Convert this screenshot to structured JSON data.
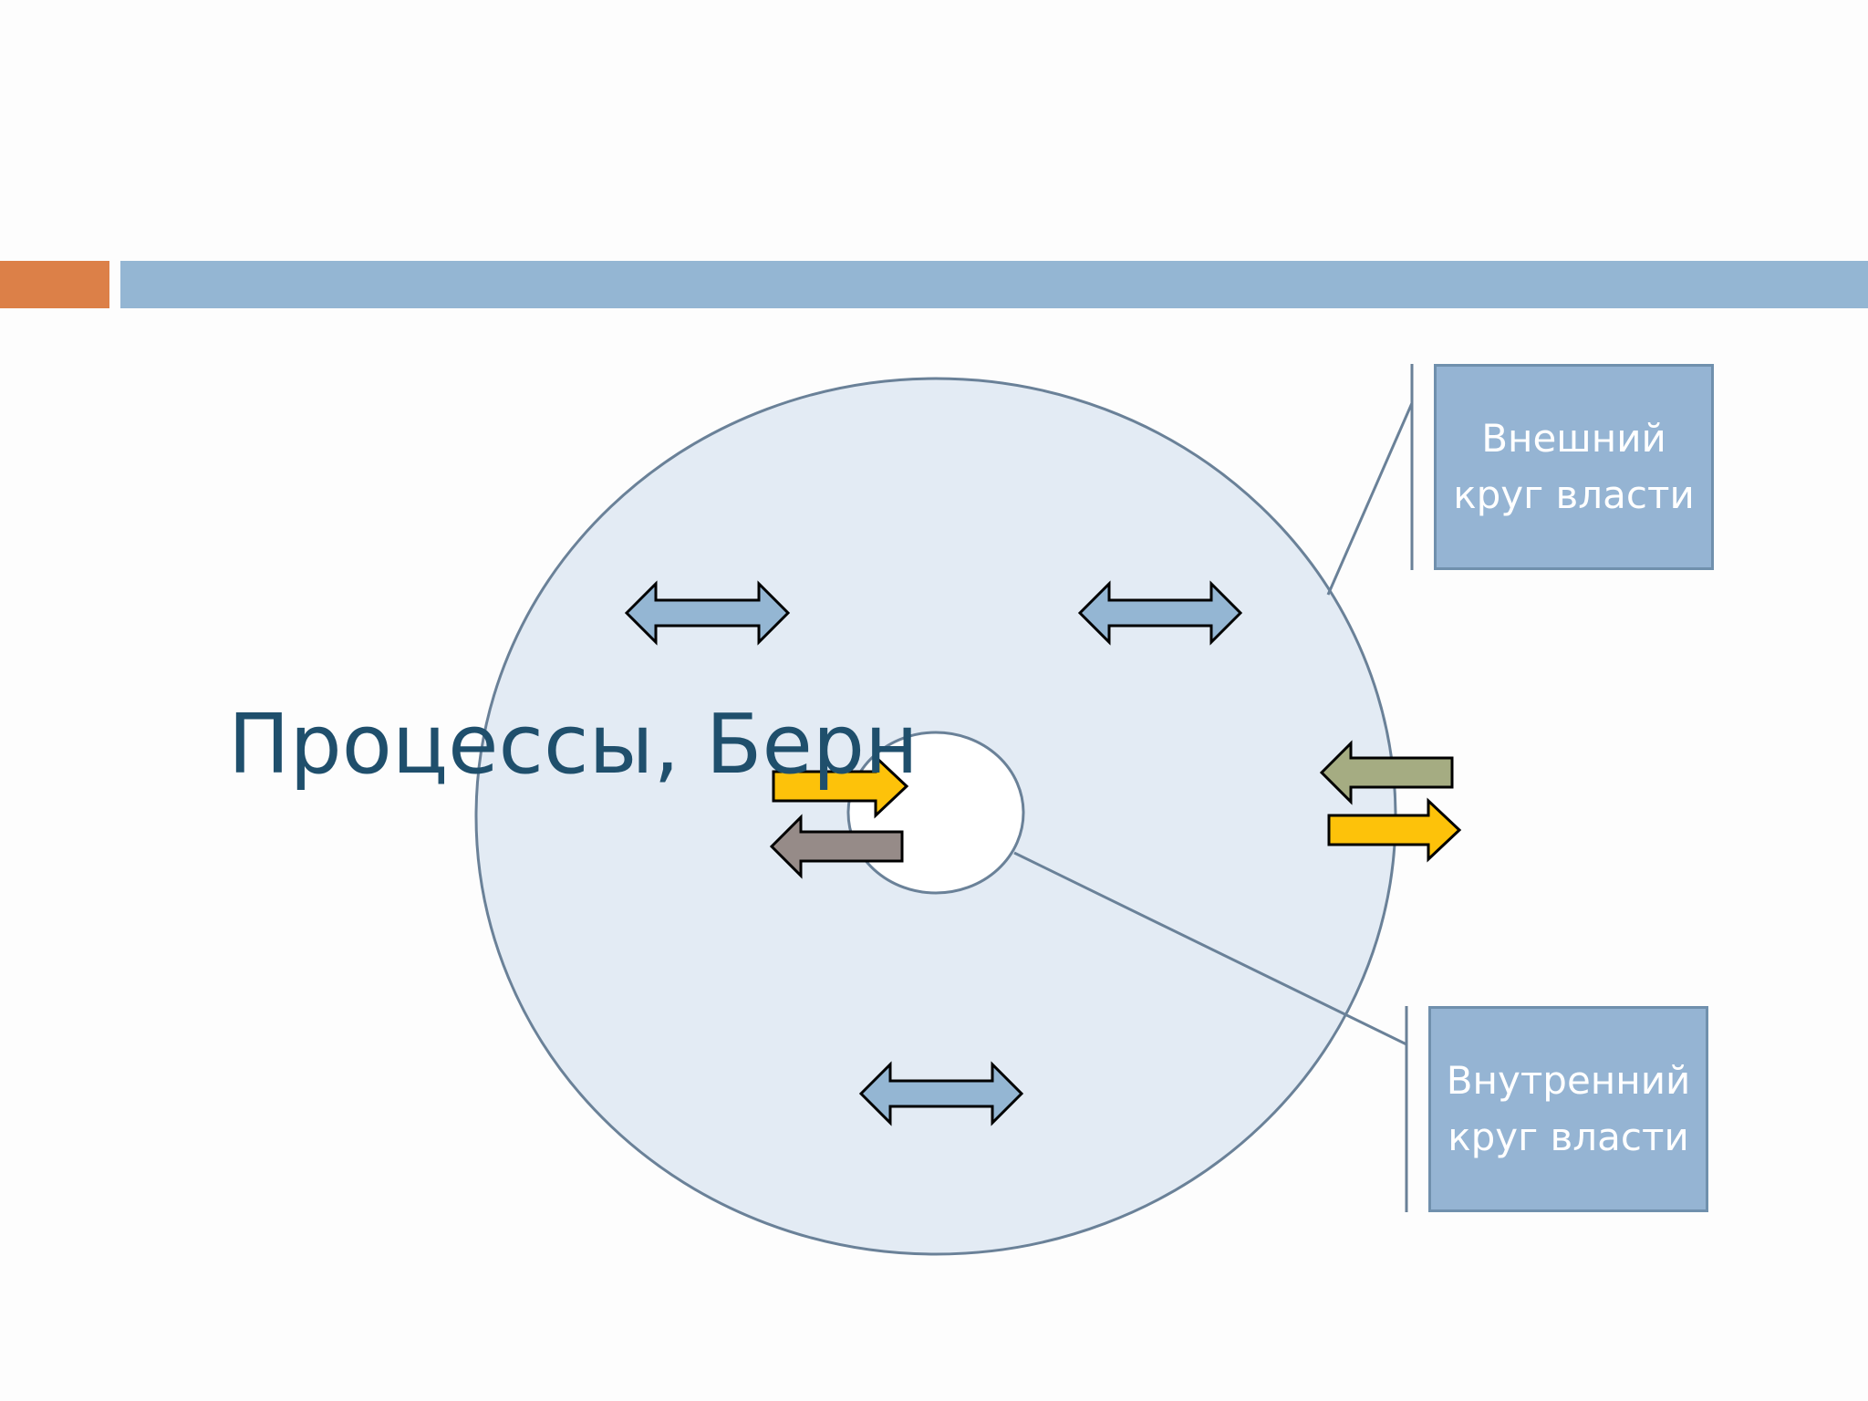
{
  "title": "Процессы, Берн",
  "callouts": {
    "outer": {
      "line1": "Внешний",
      "line2": "круг власти"
    },
    "inner": {
      "line1": "Внутренний",
      "line2": "круг власти"
    }
  },
  "colors": {
    "accent": "#dc8048",
    "header_bar": "#94b6d3",
    "outer_circle_fill": "#e3ebf4",
    "circle_stroke": "#6a8198",
    "title": "#1f4f6c",
    "box_fill": "#95b4d3",
    "double_arrow_fill": "#94b6d3",
    "arrow_yellow": "#fdc20a",
    "arrow_gray": "#968b88",
    "arrow_olive": "#a5ac82"
  },
  "arrows": [
    {
      "kind": "double",
      "color": "double_arrow_fill"
    },
    {
      "kind": "double",
      "color": "double_arrow_fill"
    },
    {
      "kind": "double",
      "color": "double_arrow_fill"
    },
    {
      "kind": "right",
      "color": "arrow_yellow"
    },
    {
      "kind": "left",
      "color": "arrow_gray"
    },
    {
      "kind": "left",
      "color": "arrow_olive"
    },
    {
      "kind": "right",
      "color": "arrow_yellow"
    }
  ]
}
